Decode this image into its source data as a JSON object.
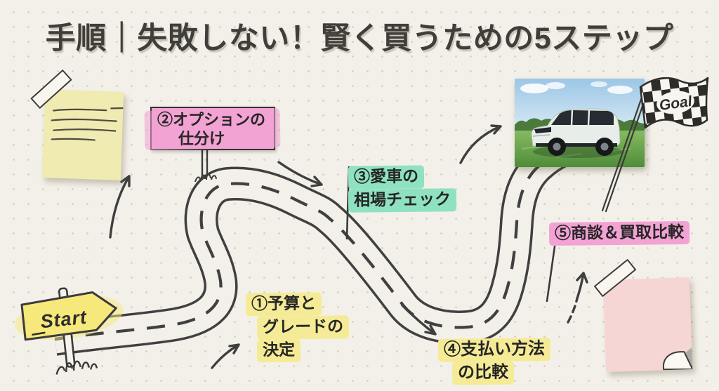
{
  "title": "手順｜失敗しない！賢く買うための5ステップ",
  "start_label": "Start",
  "goal_label": "Goal",
  "steps": [
    {
      "id": "1",
      "lines": [
        "①予算と",
        "グレードの",
        "決定"
      ],
      "highlight": "#f5eb96"
    },
    {
      "id": "2",
      "lines": [
        "②オプションの",
        "仕分け"
      ],
      "highlight": "#f2a2d3"
    },
    {
      "id": "3",
      "lines": [
        "③愛車の",
        "相場チェック"
      ],
      "highlight": "#8fe2c1"
    },
    {
      "id": "4",
      "lines": [
        "④支払い方法",
        "の比較"
      ],
      "highlight": "#f5eb96"
    },
    {
      "id": "5",
      "lines": [
        "⑤商談＆買取比較"
      ],
      "highlight": "#f2a2d3"
    }
  ],
  "colors": {
    "background": "#f3f0e9",
    "dot_grid": "#d7d2c3",
    "ink": "#3f3f3f",
    "start_sign_yellow": "#f7e87a",
    "note_yellow": "#f0ebb1",
    "note_pink": "#f5d6d4",
    "flag_check": "#2e2c29"
  }
}
